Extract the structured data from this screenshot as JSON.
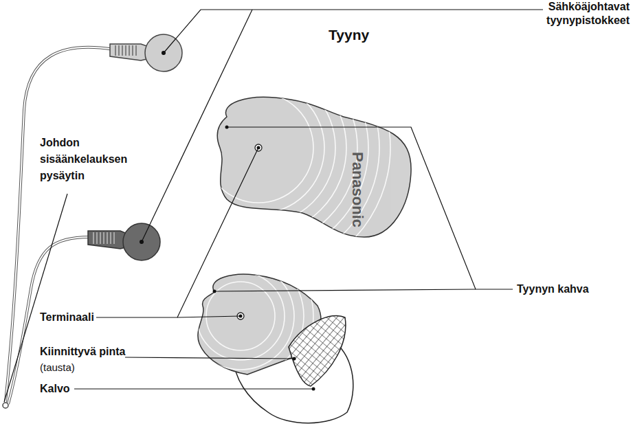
{
  "diagram": {
    "labels": [
      "Sähköäjohtavat tyynypistokkeet",
      "Tyyny",
      "Johdon sisäänkelauksen pysäytin",
      "Panasonic",
      "Tyynyn kahva",
      "Terminaali",
      "Kiinnittyvä pinta",
      "(tausta)",
      "Kalvo"
    ]
  }
}
